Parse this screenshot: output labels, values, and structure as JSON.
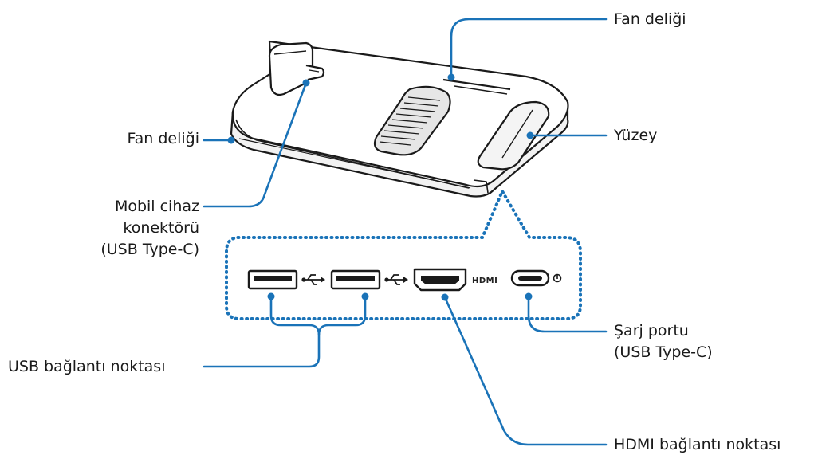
{
  "labels": {
    "fan_top": "Fan deliği",
    "fan_left": "Fan deliği",
    "surface": "Yüzey",
    "mobile_connector": [
      "Mobil cihaz",
      "konektörü",
      "(USB Type-C)"
    ],
    "usb_port": "USB bağlantı noktası",
    "charge_port": [
      "Şarj portu",
      "(USB Type-C)"
    ],
    "hdmi_port": "HDMI bağlantı noktası"
  },
  "port_marks": {
    "hdmi": "HDMI"
  },
  "colors": {
    "callout": "#1a73b8",
    "outline": "#1a1a1a",
    "device_fill": "#ffffff",
    "shade": "#e6e6e6"
  }
}
